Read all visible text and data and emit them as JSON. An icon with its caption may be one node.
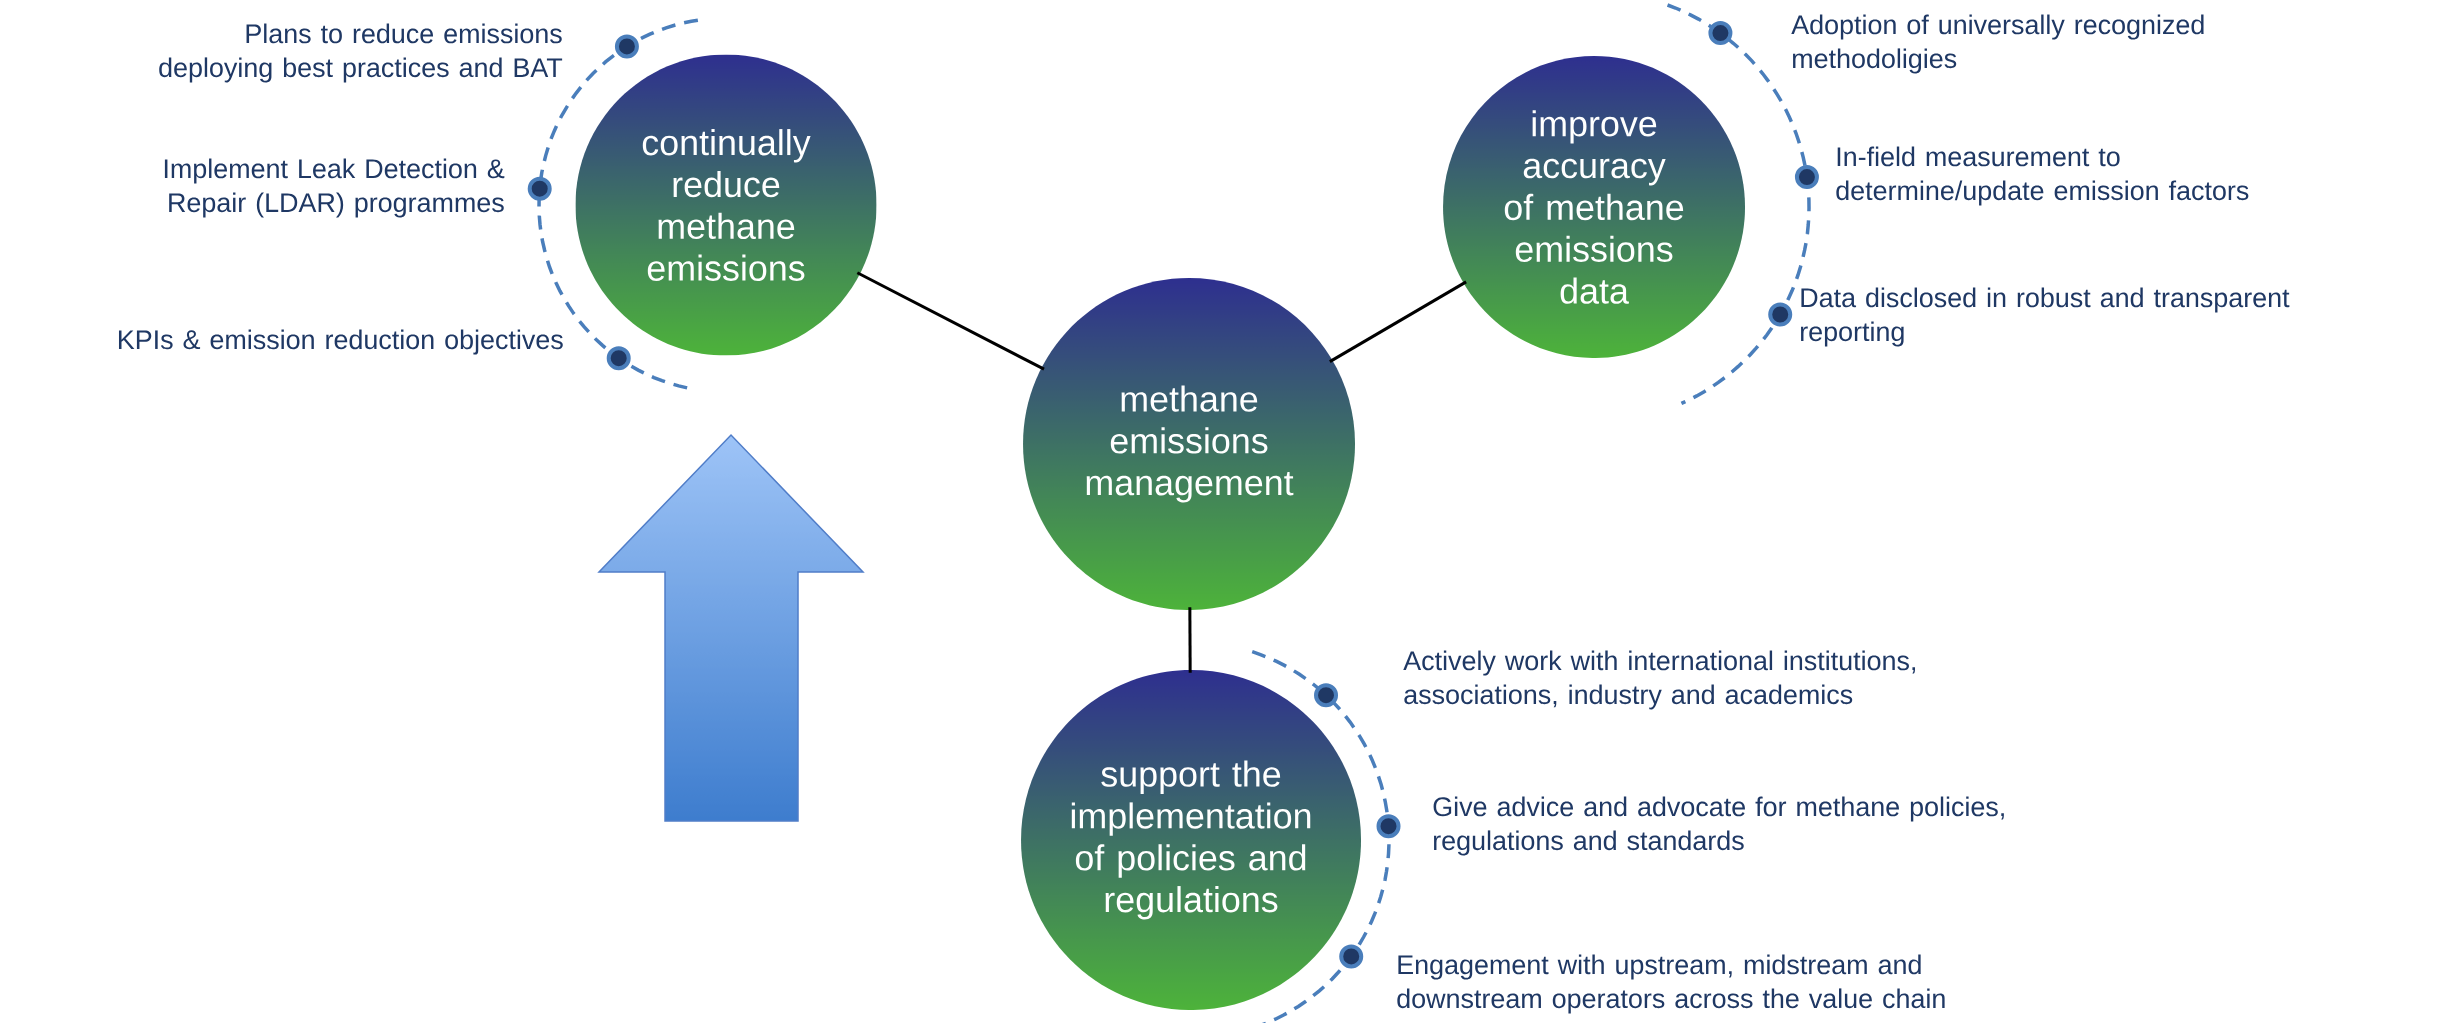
{
  "diagram": {
    "nodes": [
      {
        "text": [
          "continually reduce methane emissions"
        ]
      },
      {
        "text": [
          "improve accuracy of methane emissions data"
        ]
      },
      {
        "text": [
          "methane emissions management"
        ]
      },
      {
        "text": [
          "support the implementation of policies and regulations"
        ]
      }
    ],
    "edges": [
      {
        "from": 2,
        "to": 0,
        "arrow": "none"
      },
      {
        "from": 2,
        "to": 1,
        "arrow": "none"
      },
      {
        "from": 2,
        "to": 3,
        "arrow": "none"
      }
    ],
    "labels": [
      "Plans to reduce emissions deploying best practices and BAT",
      "Implement Leak Detection & Repair (LDAR) programmes",
      "KPIs & emission reduction objectives",
      "Adoption of universally recognized methodoligies",
      "In-field measurement to determine/update emission factors",
      "Data disclosed in robust and transparent reporting",
      "Actively work with international institutions, associations, industry and academics",
      "Give advice and advocate for methane policies, regulations and standards",
      "Engagement with upstream, midstream and downstream operators across the value chain"
    ]
  }
}
